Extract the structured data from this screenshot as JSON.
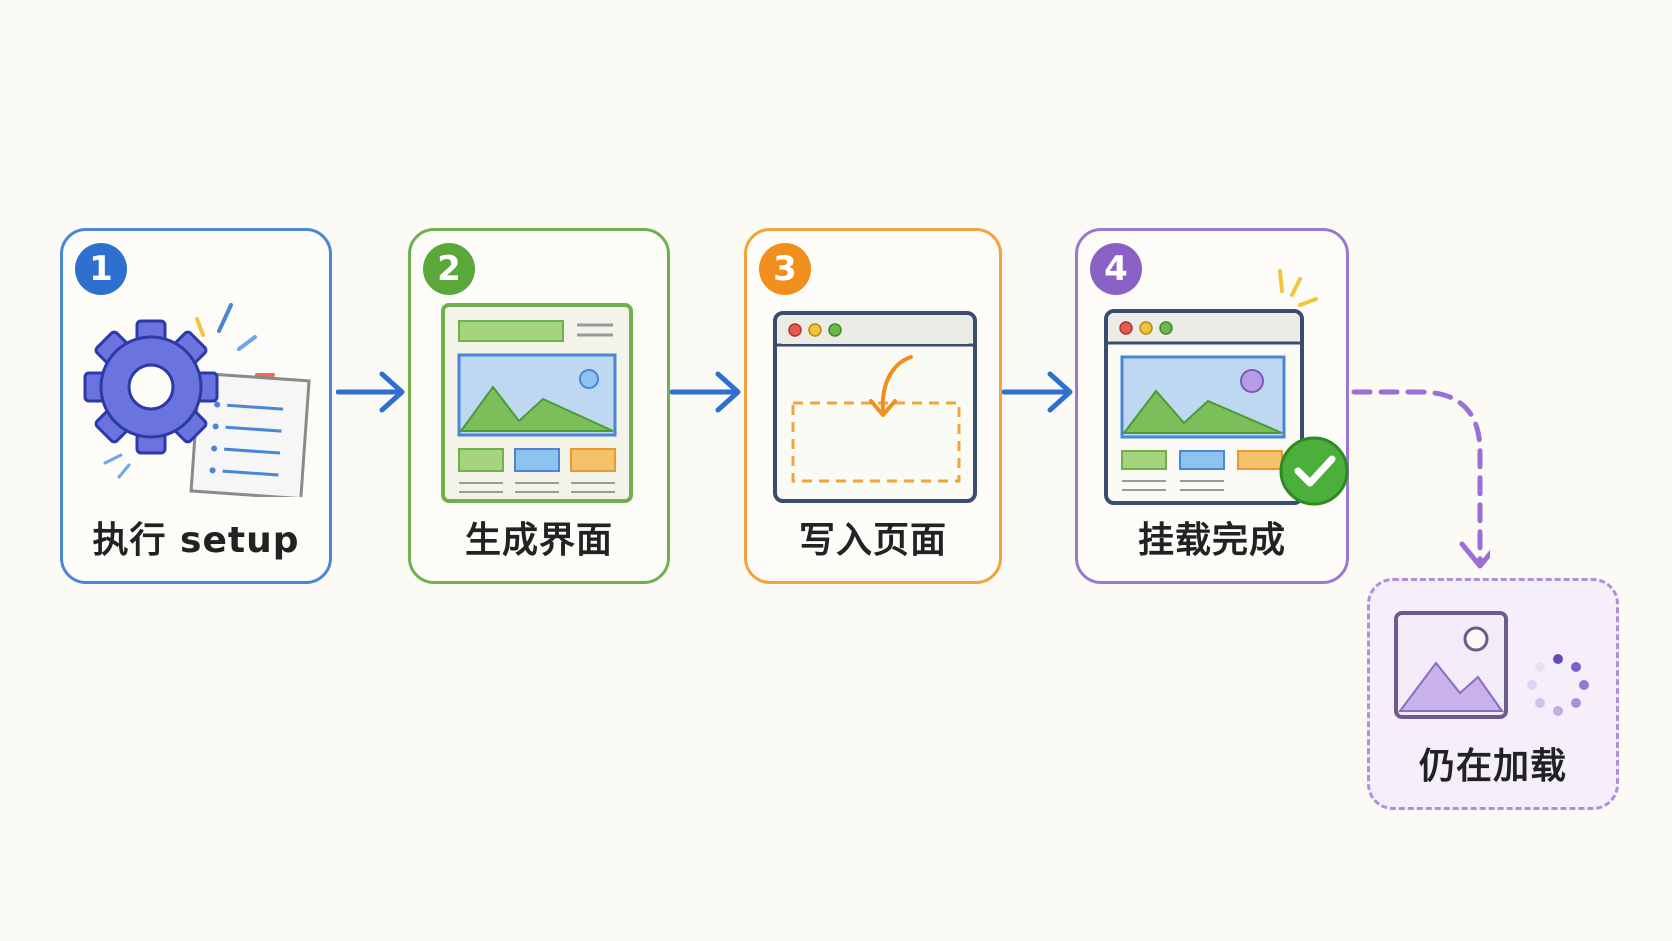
{
  "steps": [
    {
      "number": "1",
      "label": "执行 setup",
      "icon": "gear-document-icon",
      "color": "#4a86d6"
    },
    {
      "number": "2",
      "label": "生成界面",
      "icon": "ui-layout-icon",
      "color": "#6fb14c"
    },
    {
      "number": "3",
      "label": "写入页面",
      "icon": "browser-write-icon",
      "color": "#f0a43a"
    },
    {
      "number": "4",
      "label": "挂载完成",
      "icon": "browser-mounted-icon",
      "color": "#9a78cf"
    }
  ],
  "pending": {
    "label": "仍在加载",
    "icon": "image-loading-icon",
    "color": "#b28fdc"
  }
}
